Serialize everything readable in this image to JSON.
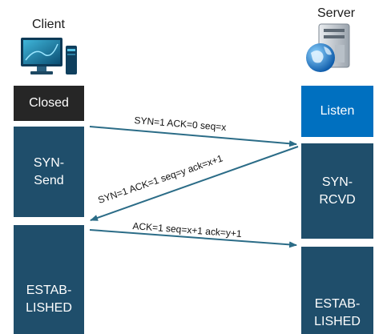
{
  "client": {
    "title": "Client",
    "states": [
      "Closed",
      "SYN-\nSend",
      "ESTAB-\nLISHED"
    ]
  },
  "server": {
    "title": "Server",
    "states": [
      "Listen",
      "SYN-\nRCVD",
      "ESTAB-\nLISHED"
    ]
  },
  "messages": [
    "SYN=1  ACK=0  seq=x",
    "SYN=1  ACK=1  seq=y  ack=x+1",
    "ACK=1  seq=x+1  ack=y+1"
  ],
  "colors": {
    "closed": "#262626",
    "listen": "#0070c0",
    "state": "#1f4e6b",
    "arrow": "#2b6c87"
  },
  "icons": [
    "client-computer-icon",
    "server-globe-icon"
  ]
}
